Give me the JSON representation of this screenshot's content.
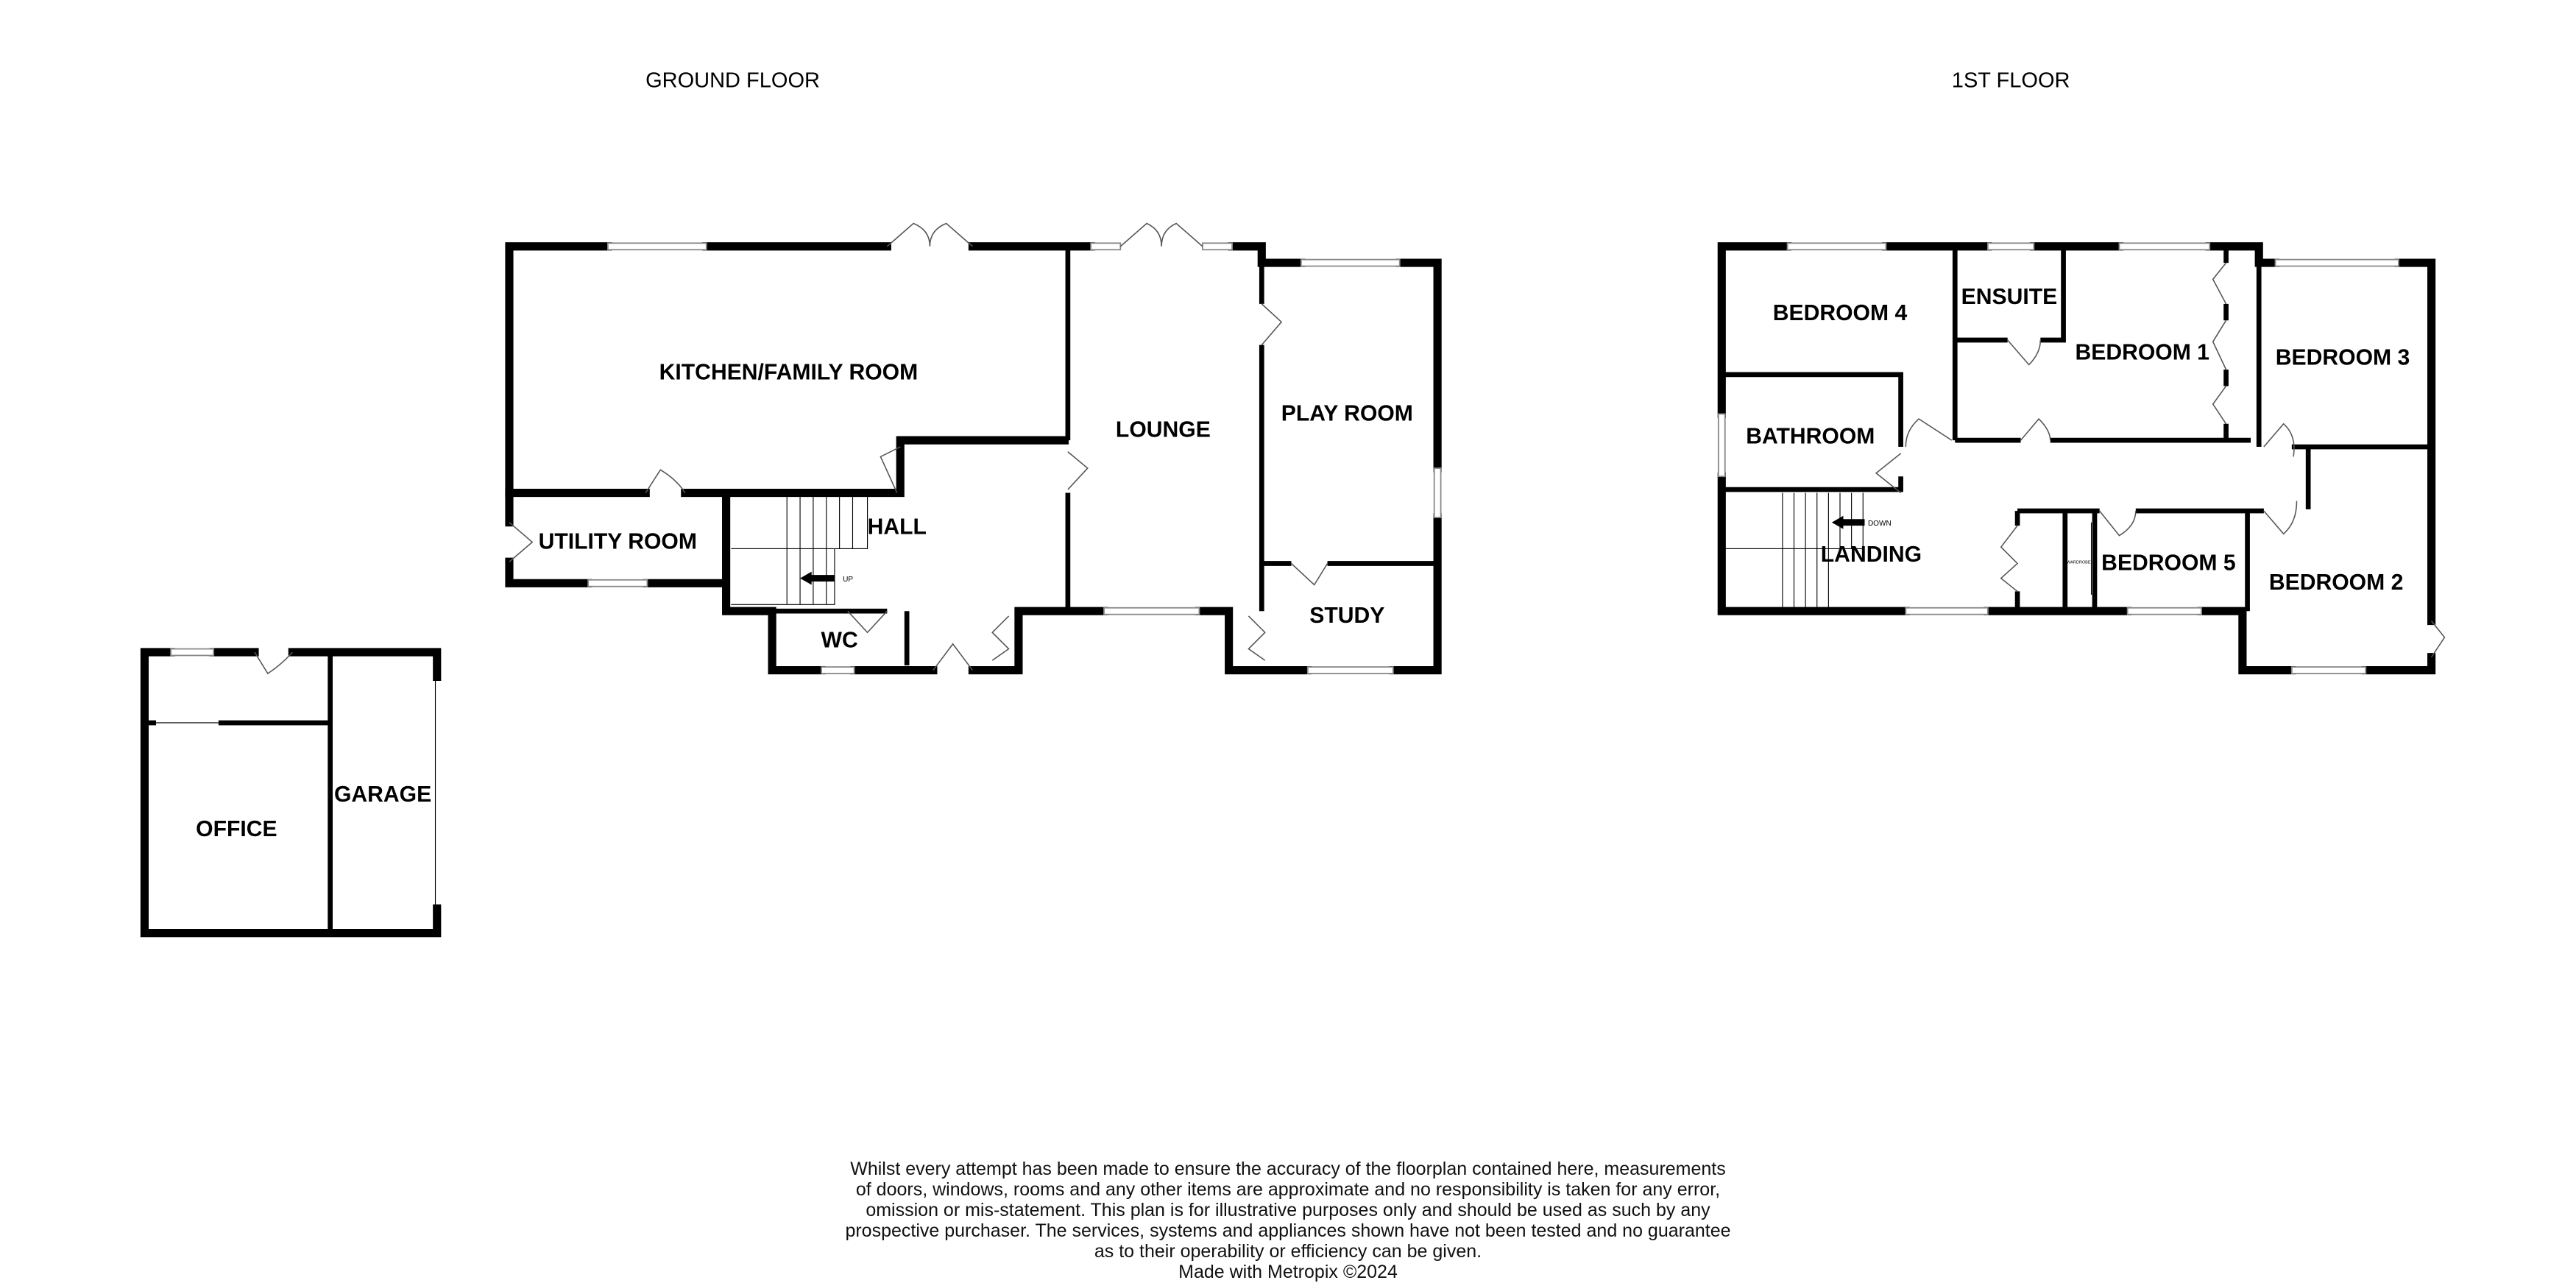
{
  "ground_floor": {
    "title": "GROUND FLOOR",
    "rooms": {
      "kitchen": "KITCHEN/FAMILY ROOM",
      "lounge": "LOUNGE",
      "play_room": "PLAY ROOM",
      "utility": "UTILITY ROOM",
      "hall": "HALL",
      "wc": "WC",
      "study": "STUDY"
    },
    "stairs_label": "UP"
  },
  "outbuilding": {
    "rooms": {
      "office": "OFFICE",
      "garage": "GARAGE"
    }
  },
  "first_floor": {
    "title": "1ST FLOOR",
    "rooms": {
      "bedroom4": "BEDROOM 4",
      "ensuite": "ENSUITE",
      "bedroom1": "BEDROOM 1",
      "bedroom3": "BEDROOM 3",
      "bathroom": "BATHROOM",
      "landing": "LANDING",
      "bedroom5": "BEDROOM 5",
      "bedroom2": "BEDROOM 2"
    },
    "stairs_label": "DOWN",
    "wardrobe_label": "WARDROBE"
  },
  "disclaimer": {
    "lines": [
      "Whilst every attempt has been made to ensure the accuracy of the floorplan contained here, measurements",
      "of doors, windows, rooms and any other items are approximate and no responsibility is taken for any error,",
      "omission or mis-statement. This plan is for illustrative purposes only and should be used as such by any",
      "prospective purchaser. The services, systems and appliances shown have not been tested and no guarantee",
      "as to their operability or efficiency can be given."
    ],
    "credit": "Made with Metropix ©2024"
  }
}
